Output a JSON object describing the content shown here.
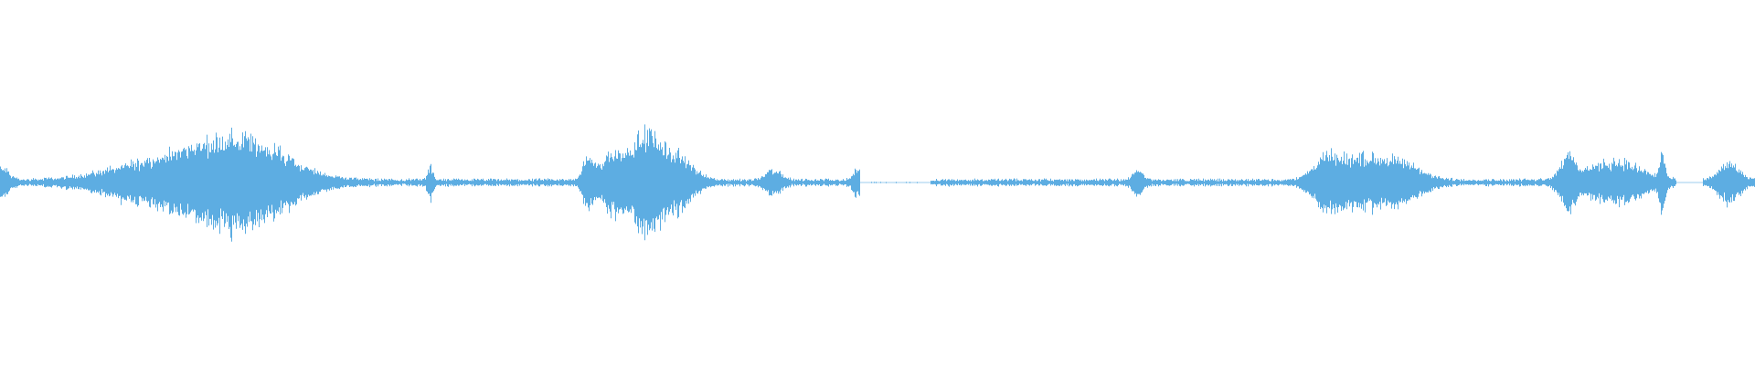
{
  "waveform": {
    "color": "#5dade2",
    "style": "mirrored audio amplitude envelope",
    "bursts": [
      {
        "center": 0.0,
        "width": 0.006,
        "peak": 0.05
      },
      {
        "center": 0.085,
        "width": 0.035,
        "peak": 0.06
      },
      {
        "center": 0.125,
        "width": 0.03,
        "peak": 0.1
      },
      {
        "center": 0.15,
        "width": 0.03,
        "peak": 0.08
      },
      {
        "center": 0.245,
        "width": 0.002,
        "peak": 0.05
      },
      {
        "center": 0.335,
        "width": 0.004,
        "peak": 0.08
      },
      {
        "center": 0.35,
        "width": 0.01,
        "peak": 0.1
      },
      {
        "center": 0.368,
        "width": 0.01,
        "peak": 0.16
      },
      {
        "center": 0.385,
        "width": 0.012,
        "peak": 0.09
      },
      {
        "center": 0.44,
        "width": 0.006,
        "peak": 0.04
      },
      {
        "center": 0.488,
        "width": 0.003,
        "peak": 0.04
      },
      {
        "center": 0.648,
        "width": 0.004,
        "peak": 0.04
      },
      {
        "center": 0.755,
        "width": 0.01,
        "peak": 0.06
      },
      {
        "center": 0.775,
        "width": 0.02,
        "peak": 0.08
      },
      {
        "center": 0.8,
        "width": 0.015,
        "peak": 0.05
      },
      {
        "center": 0.893,
        "width": 0.006,
        "peak": 0.08
      },
      {
        "center": 0.92,
        "width": 0.02,
        "peak": 0.07
      },
      {
        "center": 0.947,
        "width": 0.002,
        "peak": 0.1
      },
      {
        "center": 0.985,
        "width": 0.008,
        "peak": 0.06
      }
    ],
    "baseline_noise": 0.008,
    "silent_segments": [
      {
        "from": 0.49,
        "to": 0.53
      },
      {
        "from": 0.955,
        "to": 0.97
      }
    ]
  }
}
